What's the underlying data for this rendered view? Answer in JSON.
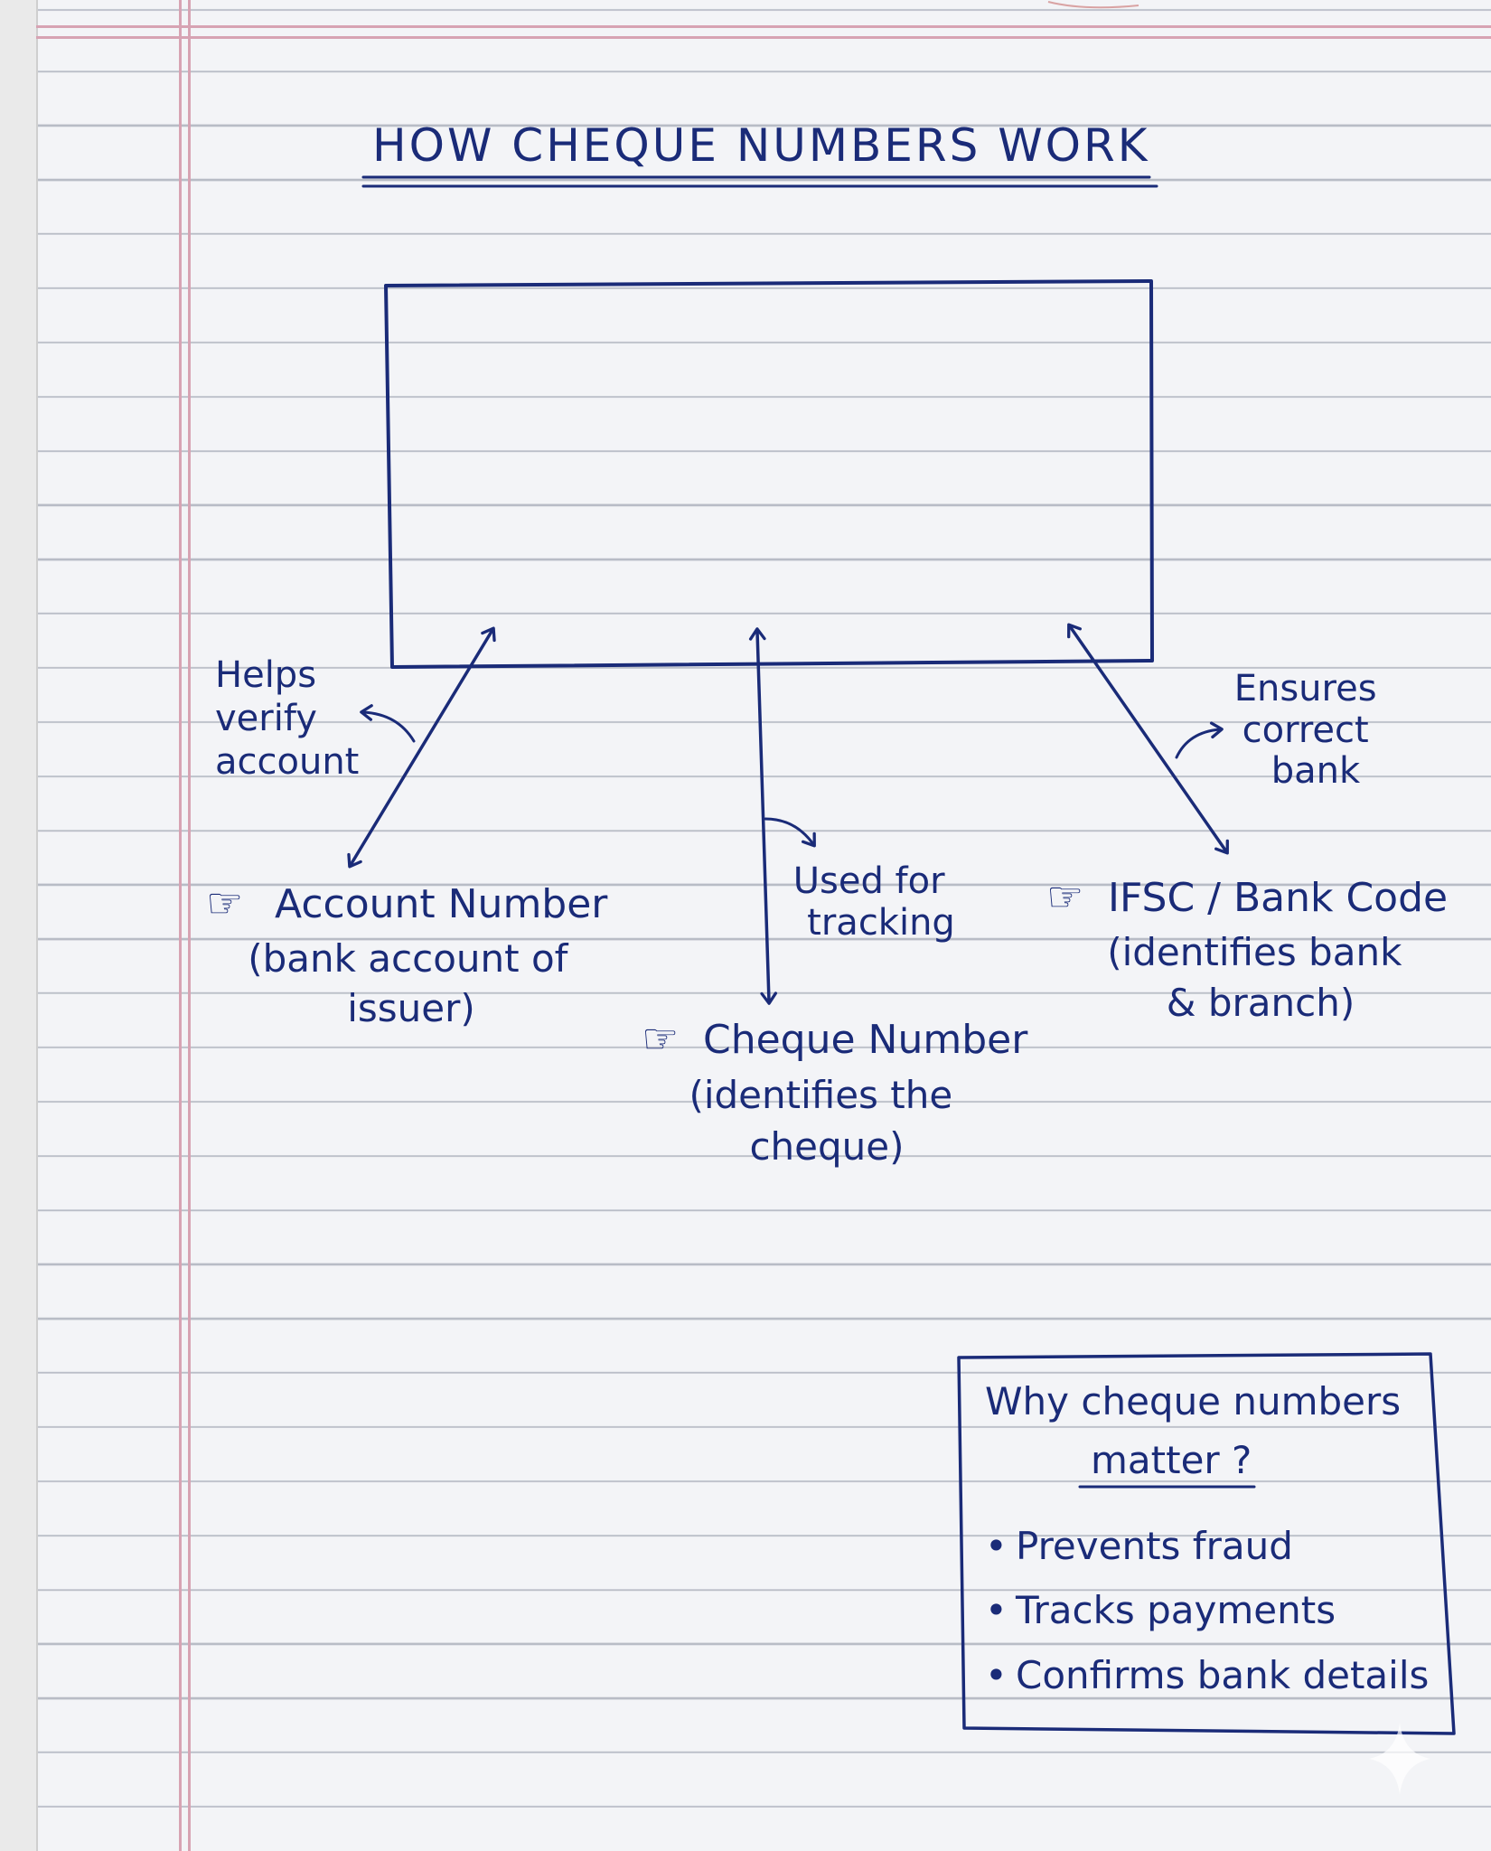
{
  "title": "HOW CHEQUE NUMBERS WORK",
  "callouts": {
    "left_note": [
      "Helps",
      "verify",
      "account"
    ],
    "right_note": [
      "Ensures",
      "correct",
      "bank"
    ],
    "center_note": [
      "Used for",
      "tracking"
    ]
  },
  "labels": {
    "account": [
      "Account Number",
      "(bank account of",
      "issuer)"
    ],
    "cheque": [
      "Cheque Number",
      "(identifies the",
      "cheque)"
    ],
    "ifsc": [
      "IFSC / Bank Code",
      "(identifies bank",
      "& branch)"
    ]
  },
  "pointer_glyph": "☞",
  "why_box": {
    "heading": [
      "Why cheque numbers",
      "matter ?"
    ],
    "bullets": [
      "Prevents fraud",
      "Tracks payments",
      "Confirms bank details"
    ],
    "bullet_glyph": "•"
  },
  "colors": {
    "ink": "#1a2b78",
    "margin": "#d7a3b3",
    "paper": "#f3f4f7",
    "rule": "#b8bcc6"
  }
}
